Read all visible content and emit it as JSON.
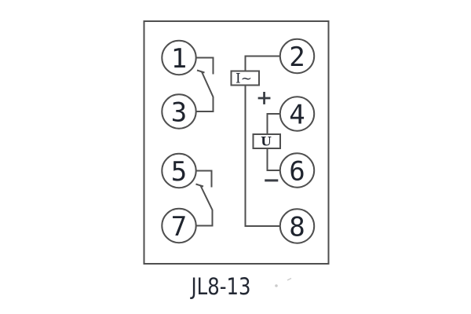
{
  "model_label": "JL8-13",
  "terminals": {
    "left": [
      "1",
      "3",
      "5",
      "7"
    ],
    "right": [
      "2",
      "4",
      "6",
      "8"
    ]
  },
  "components": {
    "current_coil": "I~",
    "voltage_coil": "U"
  },
  "polarity": {
    "plus": "+",
    "minus": "−"
  },
  "colors": {
    "line": "#4f4f4f",
    "digit": "#1f242e",
    "label": "#232833",
    "polarity": "#3a3e44"
  }
}
